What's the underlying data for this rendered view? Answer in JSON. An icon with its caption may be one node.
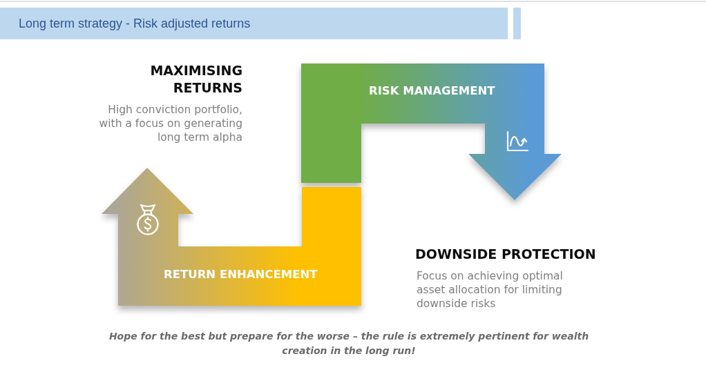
{
  "diagram": {
    "title": "Long term strategy - Risk adjusted returns",
    "caption": "Hope for the best but prepare for the worse – the rule is extremely pertinent for wealth creation in the long run!",
    "nodes": [
      {
        "text": [
          "RISK MANAGEMENT"
        ]
      },
      {
        "text": [
          "RETURN ENHANCEMENT"
        ]
      }
    ],
    "labels": [
      "MAXIMISING RETURNS",
      "High conviction portfolio, with a focus on generating long term alpha",
      "DOWNSIDE PROTECTION",
      "Focus on achieving optimal asset allocation for limiting downside risks"
    ]
  }
}
